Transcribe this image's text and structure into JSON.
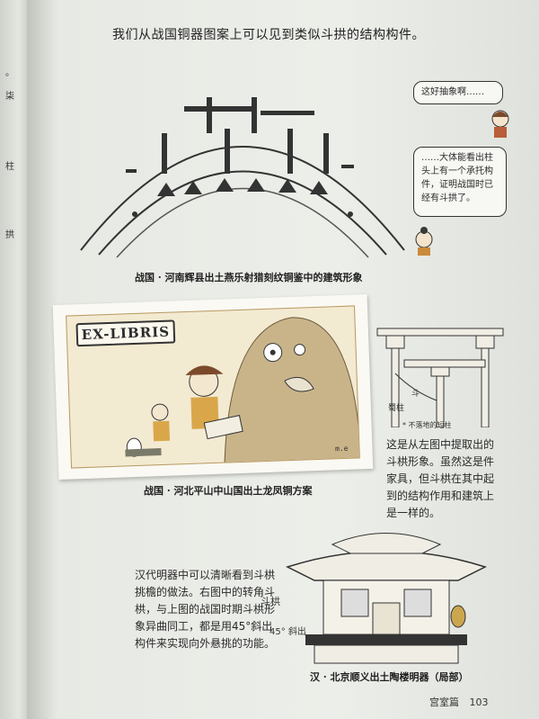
{
  "heading": "我们从战国铜器图案上可以见到类似斗拱的结构构件。",
  "left_page_marks": [
    "。",
    "柒",
    "柱",
    "拱"
  ],
  "bubbles": {
    "b1": "这好抽象啊……",
    "b2": "……大体能看出柱头上有一个承托构件，证明战国时已经有斗拱了。"
  },
  "captions": {
    "c1": "战国 · 河南辉县出土燕乐射猎刻纹铜鉴中的建筑形象",
    "c2": "战国 · 河北平山中山国出土龙凤铜方案",
    "c3": "汉 · 北京顺义出土陶楼明器（局部）"
  },
  "card": {
    "exlibris": "EX-LIBRIS",
    "signature": "m.e"
  },
  "bracket_labels": {
    "dou": "斗",
    "shuzhu": "蜀柱",
    "note": "* 不落地的短柱"
  },
  "para1": "这是从左图中提取出的斗栱形象。虽然这是件家具，但斗栱在其中起到的结构作用和建筑上是一样的。",
  "para2": "汉代明器中可以清晰看到斗栱挑檐的做法。右图中的转角斗栱，与上图的战国时期斗栱形象异曲同工，都是用45°斜出构件来实现向外悬挑的功能。",
  "tower_labels": {
    "dougong": "斗栱",
    "diagonal": "45° 斜出"
  },
  "footer": {
    "section": "宫室篇",
    "page": "103"
  }
}
